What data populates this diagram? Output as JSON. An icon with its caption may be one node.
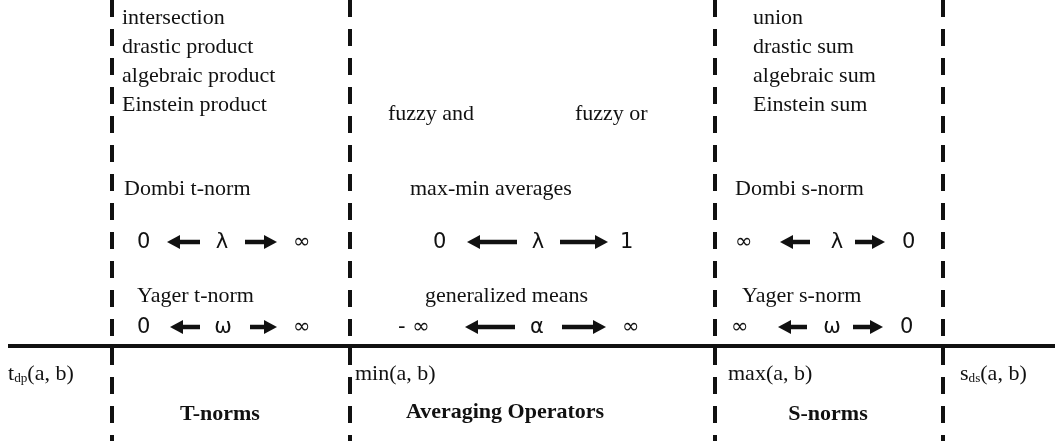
{
  "diagram": {
    "labels": [
      "intersection",
      "drastic product",
      "algebraic product",
      "Einstein product",
      "Dombi t-norm",
      "0",
      "λ",
      "∞",
      "Yager t-norm",
      "0",
      "ω",
      "∞",
      "fuzzy and",
      "fuzzy or",
      "max-min averages",
      "0",
      "λ",
      "1",
      "generalized means",
      "- ∞",
      "α",
      "∞",
      "union",
      "drastic sum",
      "algebraic sum",
      "Einstein sum",
      "Dombi s-norm",
      "∞",
      "λ",
      "0",
      "Yager s-norm",
      "∞",
      "ω",
      "0",
      "t$_{dp}$(a, b)",
      "min(a, b)",
      "max(a, b)",
      "s$_{ds}$(a, b)",
      "T-norms",
      "Averaging Operators",
      "S-norms"
    ]
  }
}
